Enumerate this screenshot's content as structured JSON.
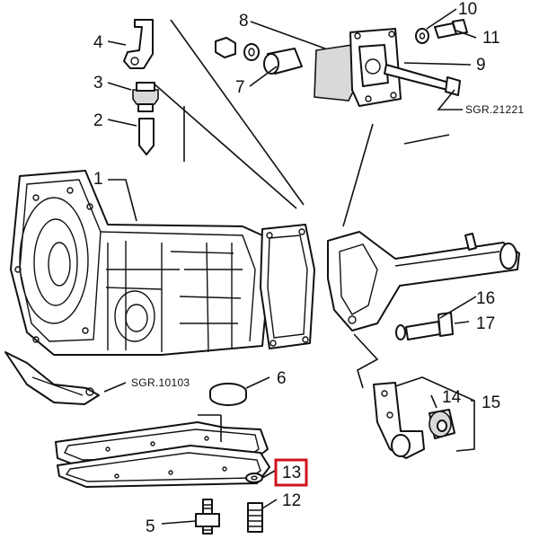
{
  "labels": {
    "l1": "1",
    "l2": "2",
    "l3": "3",
    "l4": "4",
    "l5": "5",
    "l6": "6",
    "l7": "7",
    "l8": "8",
    "l9": "9",
    "l10": "10",
    "l11": "11",
    "l12": "12",
    "l13": "13",
    "l14": "14",
    "l15": "15",
    "l16": "16",
    "l17": "17"
  },
  "refs": {
    "sgr_top": "SGR.21221",
    "sgr_left": "SGR.10103"
  },
  "highlight": {
    "part": "13",
    "color": "#d0141b"
  }
}
